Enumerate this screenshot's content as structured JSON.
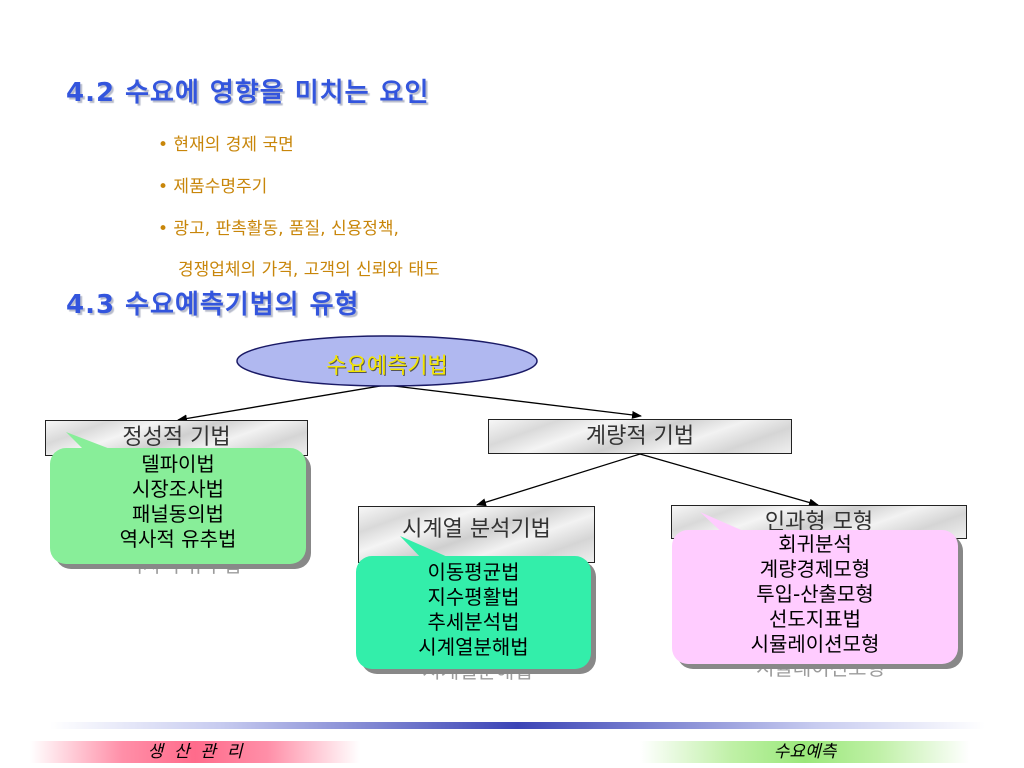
{
  "heading1": "4.2 수요에 영향을 미치는 요인",
  "factors": [
    "• 현재의 경제 국면",
    "• 제품수명주기",
    "• 광고, 판촉활동, 품질, 신용정책,",
    "경쟁업체의 가격, 고객의 신뢰와 태도"
  ],
  "heading2": "4.3 수요예측기법의 유형",
  "diagram": {
    "root": "수요예측기법",
    "qualitative": {
      "label": "정성적 기법",
      "methods": [
        "델파이법",
        "시장조사법",
        "패널동의법",
        "역사적 유추법"
      ]
    },
    "quantitative": {
      "label": "계량적 기법"
    },
    "time_series": {
      "label": "시계열 분석기법",
      "methods": [
        "이동평균법",
        "지수평활법",
        "추세분석법",
        "시계열분해법"
      ]
    },
    "causal": {
      "label": "인과형 모형",
      "methods": [
        "회귀분석",
        "계량경제모형",
        "투입-산출모형",
        "선도지표법",
        "시뮬레이션모형"
      ]
    }
  },
  "footer": {
    "left": "생  산  관  리",
    "right": "수요예측"
  },
  "colors": {
    "heading": "#3355dd",
    "bullet": "#c8860a",
    "green_callout": "#88ee99",
    "teal_callout": "#33eeaa",
    "pink_callout": "#ffccff",
    "root_fill": "#b0b8f0",
    "root_text": "#f2e500"
  }
}
